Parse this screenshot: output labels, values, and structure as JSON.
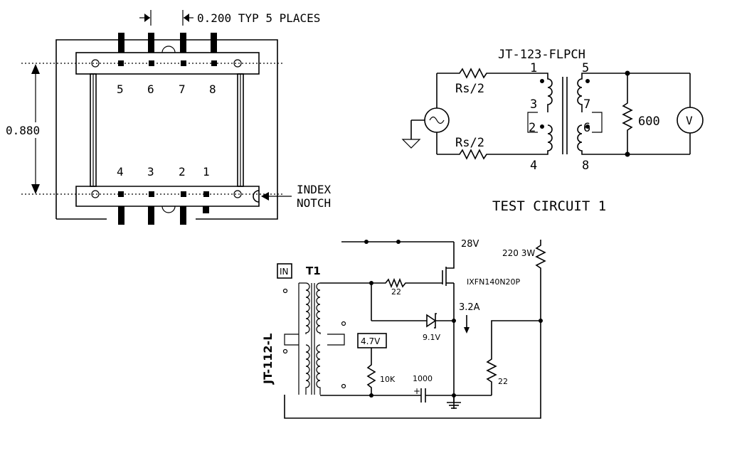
{
  "footprint": {
    "pitch_note": "0.200 TYP 5 PLACES",
    "height_dim": "0.880",
    "index_label_1": "INDEX",
    "index_label_2": "NOTCH",
    "top_pins": [
      "5",
      "6",
      "7",
      "8"
    ],
    "bottom_pins": [
      "4",
      "3",
      "2",
      "1"
    ]
  },
  "test_circuit": {
    "part_number": "JT-123-FLPCH",
    "rs_top": "Rs/2",
    "rs_bottom": "Rs/2",
    "pin_labels": {
      "p1": "1",
      "p2": "2",
      "p3": "3",
      "p4": "4",
      "p5": "5",
      "p6": "6",
      "p7": "7",
      "p8": "8"
    },
    "load": "600",
    "meter": "V",
    "caption": "TEST CIRCUIT 1"
  },
  "app_circuit": {
    "supply": "28V",
    "r_supply": "220 3W",
    "input_label": "IN",
    "transformer": "T1",
    "transformer_part": "JT-112-L",
    "r_gate": "22",
    "mosfet": "IXFN140N20P",
    "current": "3.2A",
    "zener": "9.1V",
    "bias_source": "4.7V",
    "r_bias": "10K",
    "capacitor": "1000",
    "cap_polarity": "+",
    "r_source": "22"
  }
}
